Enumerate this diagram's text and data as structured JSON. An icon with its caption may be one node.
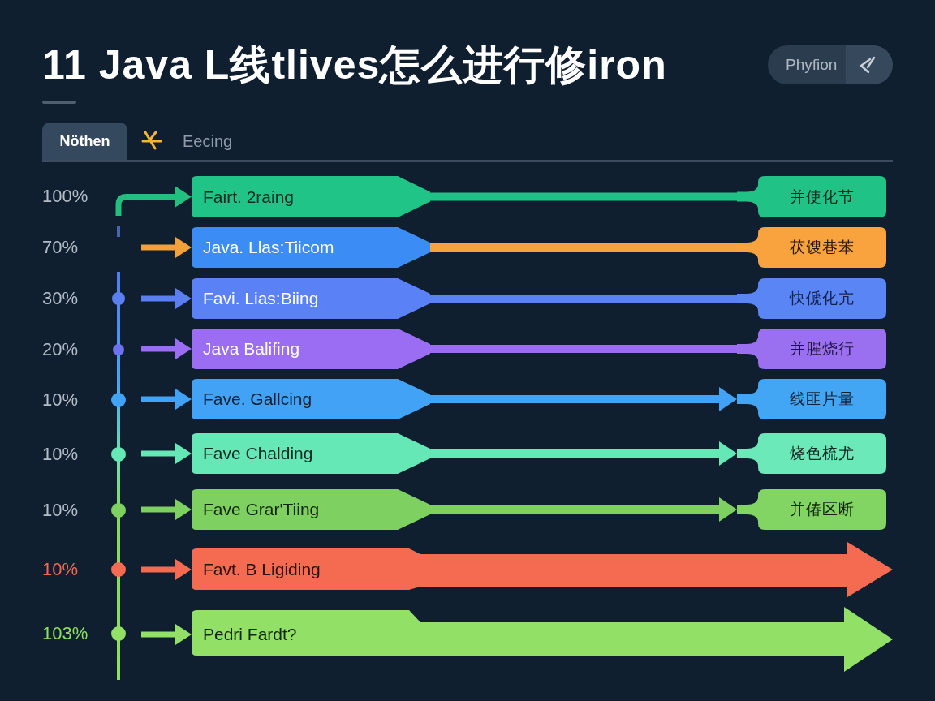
{
  "diagram": {
    "title": "11 Java L线tlives怎么进行修iron",
    "nodes": [
      {
        "text": [
          "Fairt. 2raing"
        ]
      },
      {
        "text": [
          "并使化节"
        ]
      },
      {
        "text": [
          "Java. Llas:Tiicom"
        ]
      },
      {
        "text": [
          "茯馊巷苯"
        ]
      },
      {
        "text": [
          "Favi. Lias:Biing"
        ]
      },
      {
        "text": [
          "快傂化亢"
        ]
      },
      {
        "text": [
          "Java Balifing"
        ]
      },
      {
        "text": [
          "并腥烧行"
        ]
      },
      {
        "text": [
          "Fave. Gallcing"
        ]
      },
      {
        "text": [
          "线匪片量"
        ]
      },
      {
        "text": [
          "Fave Chalding"
        ]
      },
      {
        "text": [
          "烧色梳尤"
        ]
      },
      {
        "text": [
          "Fave Grar'Tiing"
        ]
      },
      {
        "text": [
          "并偆区断"
        ]
      },
      {
        "text": [
          "Favt. B Ligiding"
        ]
      },
      {
        "text": [
          "Pedri Fardt?"
        ]
      }
    ],
    "edges": [
      {
        "from": null,
        "to": 0,
        "arrow": "to",
        "color": "#22c07f"
      },
      {
        "from": 0,
        "to": 1,
        "arrow": "none",
        "color": "#20c385"
      },
      {
        "from": null,
        "to": 2,
        "arrow": "to",
        "color": "#f5a13a"
      },
      {
        "from": 2,
        "to": 3,
        "arrow": "none",
        "color": "#f7a33c"
      },
      {
        "from": null,
        "to": 4,
        "arrow": "to",
        "color": "#5b7ff2"
      },
      {
        "from": 4,
        "to": 5,
        "arrow": "none",
        "color": "#5a82f6"
      },
      {
        "from": null,
        "to": 6,
        "arrow": "to",
        "color": "#9a6df2"
      },
      {
        "from": 6,
        "to": 7,
        "arrow": "none",
        "color": "#9a6df2"
      },
      {
        "from": null,
        "to": 8,
        "arrow": "to",
        "color": "#42a3f6"
      },
      {
        "from": 8,
        "to": 9,
        "arrow": "to",
        "color": "#42a3f6"
      },
      {
        "from": null,
        "to": 10,
        "arrow": "to",
        "color": "#66e8b6"
      },
      {
        "from": 10,
        "to": 11,
        "arrow": "to",
        "color": "#66e8b6"
      },
      {
        "from": null,
        "to": 12,
        "arrow": "to",
        "color": "#7ed060"
      },
      {
        "from": 12,
        "to": 13,
        "arrow": "to",
        "color": "#7ed060"
      },
      {
        "from": null,
        "to": 14,
        "arrow": "to",
        "color": "#f56b52"
      },
      {
        "from": null,
        "to": 15,
        "arrow": "to",
        "color": "#93e066"
      }
    ],
    "labels": [
      "Phyfion",
      "Nöthen",
      "Eecing",
      "100%",
      "70%",
      "30%",
      "20%",
      "10%",
      "10%",
      "10%",
      "10%",
      "103%"
    ]
  }
}
